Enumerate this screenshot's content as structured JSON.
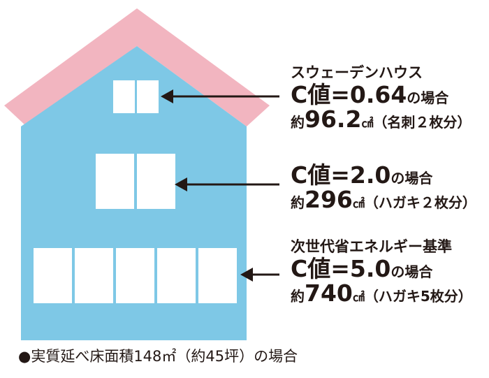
{
  "colors": {
    "roof": "#f2b5c0",
    "wall": "#7ec8e6",
    "window": "#ffffff",
    "arrow": "#231815",
    "text": "#231815"
  },
  "annotations": [
    {
      "label": "スウェーデンハウス",
      "c_prefix": "C値=",
      "c_value": "0.64",
      "c_suffix": "の場合",
      "area_prefix": "約",
      "area_value": "96.2",
      "area_unit": "㎠",
      "area_note": "（名刺２枚分）"
    },
    {
      "label": "",
      "c_prefix": "C値=",
      "c_value": "2.0",
      "c_suffix": "の場合",
      "area_prefix": "約",
      "area_value": "296",
      "area_unit": "㎠",
      "area_note": "（ハガキ２枚分）"
    },
    {
      "label": "次世代省エネルギー基準",
      "c_prefix": "C値=",
      "c_value": "5.0",
      "c_suffix": "の場合",
      "area_prefix": "約",
      "area_value": "740",
      "area_unit": "㎠",
      "area_note": "（ハガキ5枚分）"
    }
  ],
  "footer": "●実質延べ床面積148㎡（約45坪）の場合"
}
